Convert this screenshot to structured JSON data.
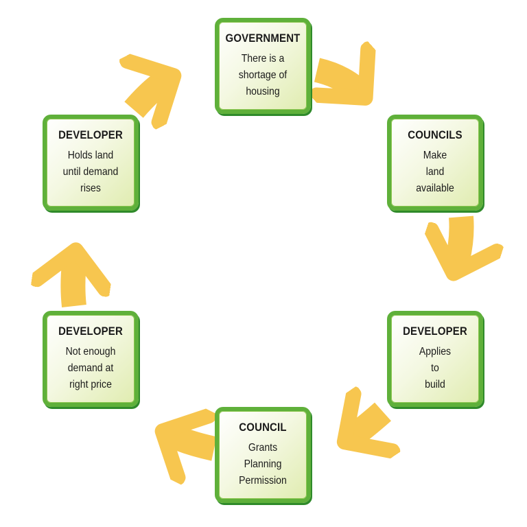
{
  "colors": {
    "arrow": "#f7c64f",
    "box_border": "#5fb03a",
    "box_fill": "#eef4cf"
  },
  "nodes": [
    {
      "title": "GOVERNMENT",
      "lines": [
        "There is a",
        "shortage of",
        "housing"
      ]
    },
    {
      "title": "COUNCILS",
      "lines": [
        "Make",
        "land",
        "available"
      ]
    },
    {
      "title": "DEVELOPER",
      "lines": [
        "Applies",
        "to",
        "build"
      ]
    },
    {
      "title": "COUNCIL",
      "lines": [
        "Grants",
        "Planning",
        "Permission"
      ]
    },
    {
      "title": "DEVELOPER",
      "lines": [
        "Not enough",
        "demand at",
        "right price"
      ]
    },
    {
      "title": "DEVELOPER",
      "lines": [
        "Holds land",
        "until demand",
        "rises"
      ]
    }
  ],
  "flow": "clockwise cycle"
}
